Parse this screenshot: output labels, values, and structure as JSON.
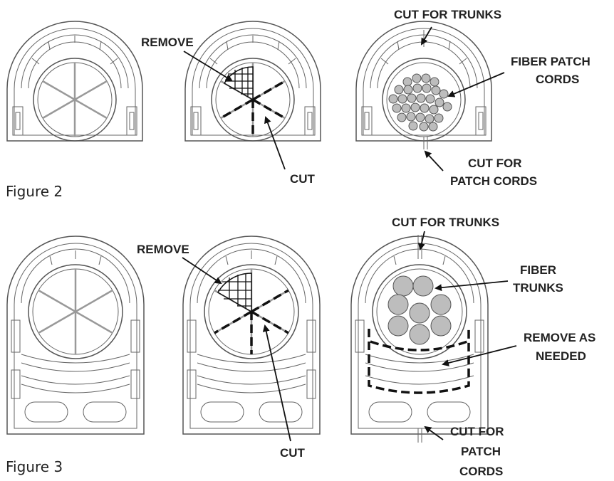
{
  "figure2": {
    "caption": "Figure 2",
    "remove_label": "REMOVE",
    "cut_label": "CUT",
    "cut_trunks_label": "CUT FOR TRUNKS",
    "fiber_label_line1": "FIBER PATCH",
    "fiber_label_line2": "CORDS",
    "cut_patch_line1": "CUT FOR",
    "cut_patch_line2": "PATCH CORDS"
  },
  "figure3": {
    "caption": "Figure 3",
    "remove_label": "REMOVE",
    "cut_label": "CUT",
    "cut_trunks_label": "CUT FOR TRUNKS",
    "fiber_label_line1": "FIBER",
    "fiber_label_line2": "TRUNKS",
    "remove_needed_line1": "REMOVE AS",
    "remove_needed_line2": "NEEDED",
    "cut_patch_line1": "CUT FOR",
    "cut_patch_line2": "PATCH",
    "cut_patch_line3": "CORDS"
  },
  "colors": {
    "stroke": "#555555",
    "fill_gray": "#bdbdbd",
    "text": "#222222"
  }
}
